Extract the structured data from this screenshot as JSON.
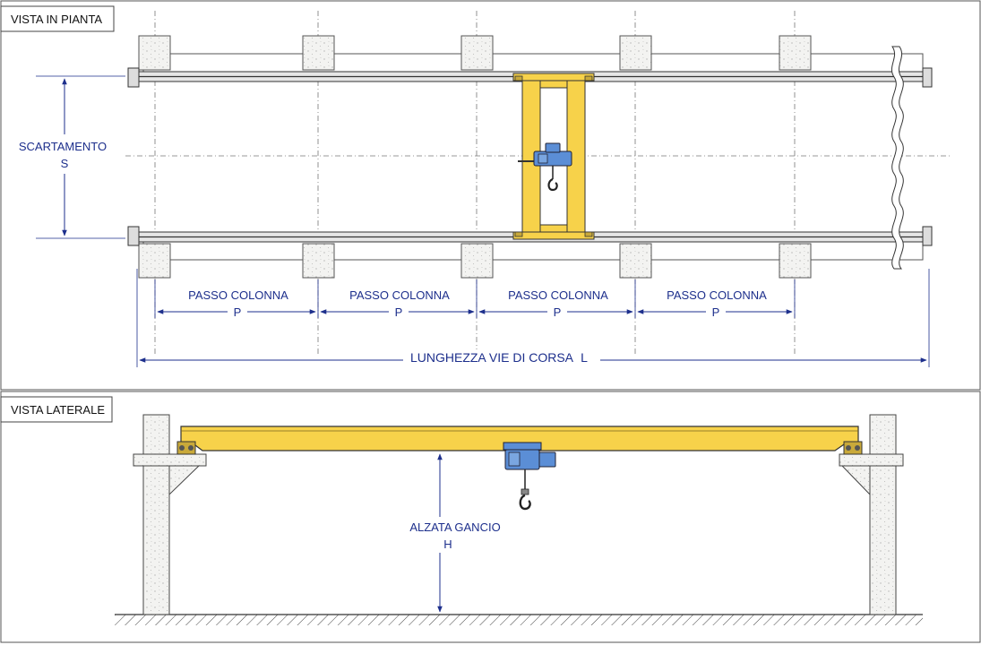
{
  "views": {
    "plan": {
      "title": "VISTA IN PIANTA"
    },
    "side": {
      "title": "VISTA LATERALE"
    }
  },
  "dimensions": {
    "span": {
      "label": "SCARTAMENTO",
      "symbol": "S"
    },
    "pitch": {
      "label": "PASSO COLONNA",
      "symbol": "P",
      "count": 4
    },
    "runway": {
      "label": "LUNGHEZZA VIE DI CORSA",
      "symbol": "L"
    },
    "hook": {
      "label": "ALZATA GANCIO",
      "symbol": "H"
    }
  },
  "colors": {
    "beam_yellow": "#f7d24a",
    "hoist_blue": "#5b8ed6",
    "dimension_blue": "#1d2f8c",
    "concrete": "#f3f3f1",
    "outline": "#333333"
  }
}
